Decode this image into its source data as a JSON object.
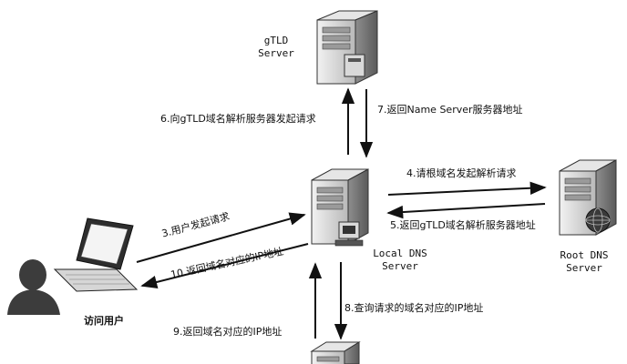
{
  "nodes": {
    "gtld": {
      "line1": "gTLD",
      "line2": "Server"
    },
    "local_dns": {
      "line1": "Local DNS",
      "line2": "Server"
    },
    "root_dns": {
      "line1": "Root DNS",
      "line2": "Server"
    },
    "user": {
      "label": "访问用户"
    }
  },
  "steps": {
    "s3": "3.用户发起请求",
    "s4": "4.请根域名发起解析请求",
    "s5": "5.返回gTLD域名解析服务器地址",
    "s6": "6.向gTLD域名解析服务器发起请求",
    "s7": "7.返回Name Server服务器地址",
    "s8": "8.查询请求的域名对应的IP地址",
    "s9": "9.返回域名对应的IP地址",
    "s10": "10.返回域名对应的IP地址"
  },
  "colors": {
    "server_body": "#cfcfcf",
    "server_dark": "#3a3a3a",
    "arrow": "#111111",
    "person": "#3c3c3c"
  }
}
